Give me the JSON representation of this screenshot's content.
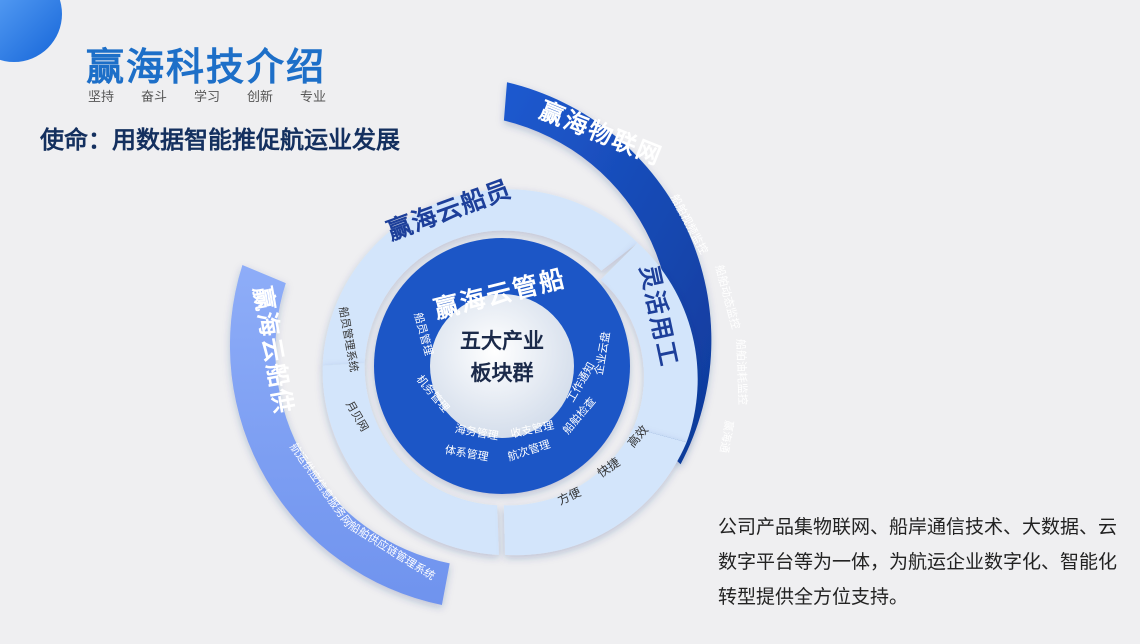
{
  "header": {
    "title": "赢海科技介绍",
    "tagline": [
      "坚持",
      "奋斗",
      "学习",
      "创新",
      "专业"
    ],
    "mission": "使命：用数据智能推促航运业发展"
  },
  "diagram": {
    "center": {
      "line1": "五大产业",
      "line2": "板块群"
    },
    "inner_ring": {
      "title": "赢海云管船",
      "items": [
        "船员管理",
        "机务管理",
        "海务管理",
        "体系管理",
        "收支管理",
        "航次管理",
        "船舶检查",
        "工作通知",
        "企业云盘"
      ]
    },
    "middle_ring_top": {
      "title": "赢海云船员",
      "items": [
        "船员管理系统",
        "月贝网"
      ]
    },
    "middle_ring_right": {
      "title": "灵活用工",
      "items": [
        "方便",
        "快捷",
        "高效"
      ]
    },
    "outer_left": {
      "title": "赢海云船供",
      "items": [
        "航运供应信息服务网",
        "船舶供应链管理系统"
      ]
    },
    "outer_right": {
      "title": "赢海物联网",
      "items": [
        "船舶视频监控",
        "船舶动态监控",
        "船舶油耗监控",
        "赢海通"
      ]
    }
  },
  "description": "公司产品集物联网、船岸通信技术、大数据、云数字平台等为一体，为航运企业数字化、智能化转型提供全方位支持。",
  "colors": {
    "accent": "#1d6fc8",
    "mission": "#14305f",
    "inner_ring": "#1f56c6",
    "middle_ring": "#d3e5fb",
    "outer_left": "#7da0f4",
    "outer_right": "#1a4bb3",
    "center": "#dde6f2"
  }
}
